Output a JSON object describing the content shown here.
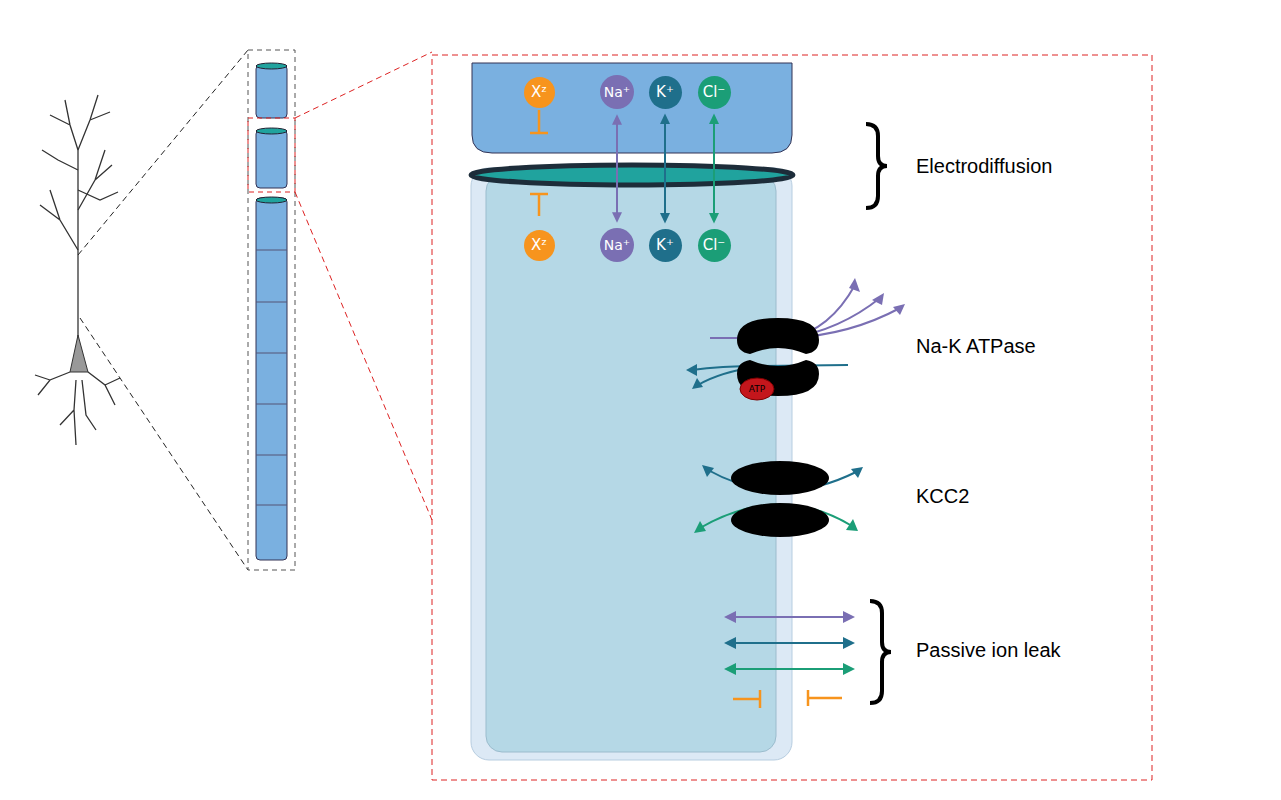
{
  "diagram": {
    "nodes": [
      {
        "text": [
          "Xᶻ"
        ]
      },
      {
        "text": [
          "Na⁺"
        ]
      },
      {
        "text": [
          "K⁺"
        ]
      },
      {
        "text": [
          "Cl⁻"
        ]
      },
      {
        "text": [
          "Xᶻ"
        ]
      },
      {
        "text": [
          "Na⁺"
        ]
      },
      {
        "text": [
          "K⁺"
        ]
      },
      {
        "text": [
          "Cl⁻"
        ]
      },
      {
        "text": [
          "ATP"
        ]
      }
    ],
    "edges": [
      {
        "from": 1,
        "to": 5,
        "arrow": "both"
      },
      {
        "from": 2,
        "to": 6,
        "arrow": "both"
      },
      {
        "from": 3,
        "to": 7,
        "arrow": "both"
      }
    ],
    "labels": [
      "Electrodiffusion",
      "Na-K ATPase",
      "KCC2",
      "Passive ion leak"
    ]
  }
}
